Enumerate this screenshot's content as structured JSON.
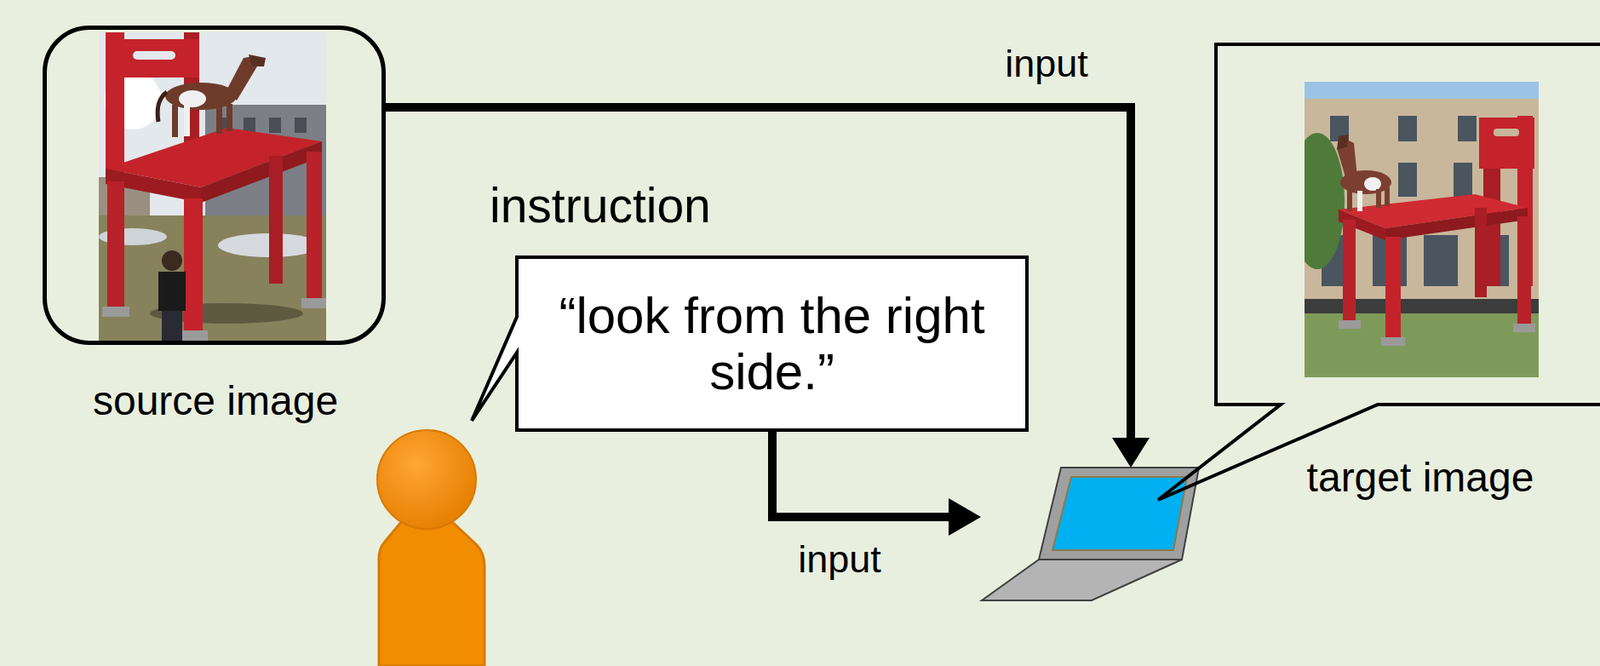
{
  "diagram": {
    "nodes": [
      {
        "text": [
          "source image"
        ]
      },
      {
        "text": [
          "instruction",
          "“look from the right side.”"
        ]
      },
      {
        "text": [
          "target image"
        ]
      }
    ],
    "labels": [
      "input",
      "input"
    ]
  }
}
